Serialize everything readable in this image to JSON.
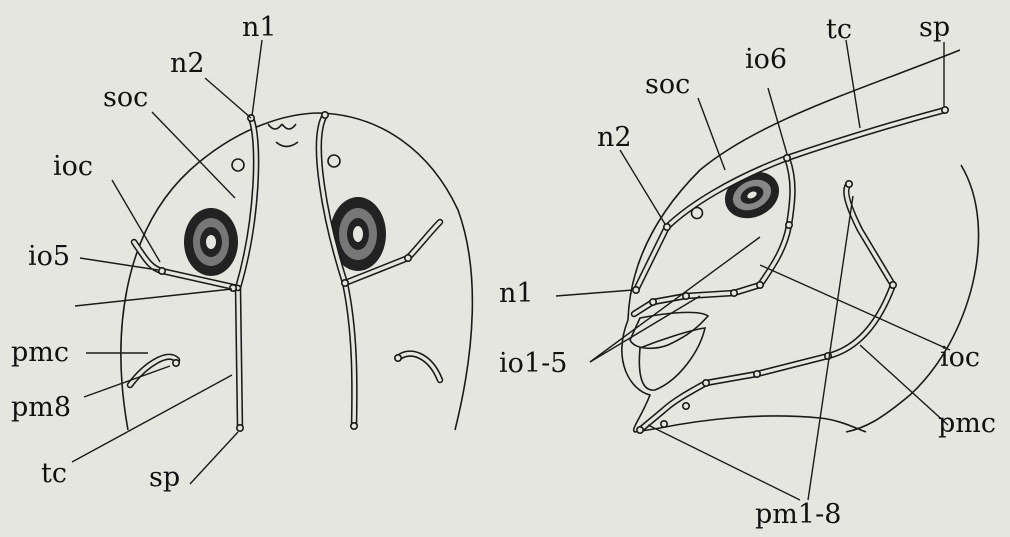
{
  "dorsal_view": {
    "labels": {
      "n1": "n1",
      "n2": "n2",
      "soc": "soc",
      "ioc": "ioc",
      "io5": "io5",
      "pmc": "pmc",
      "pm8": "pm8",
      "tc": "tc",
      "sp": "sp"
    }
  },
  "lateral_view": {
    "labels": {
      "sp": "sp",
      "tc": "tc",
      "io6": "io6",
      "soc": "soc",
      "n2": "n2",
      "n1": "n1",
      "io1_5": "io1-5",
      "ioc": "ioc",
      "pmc": "pmc",
      "pm1_8": "pm1-8"
    }
  }
}
